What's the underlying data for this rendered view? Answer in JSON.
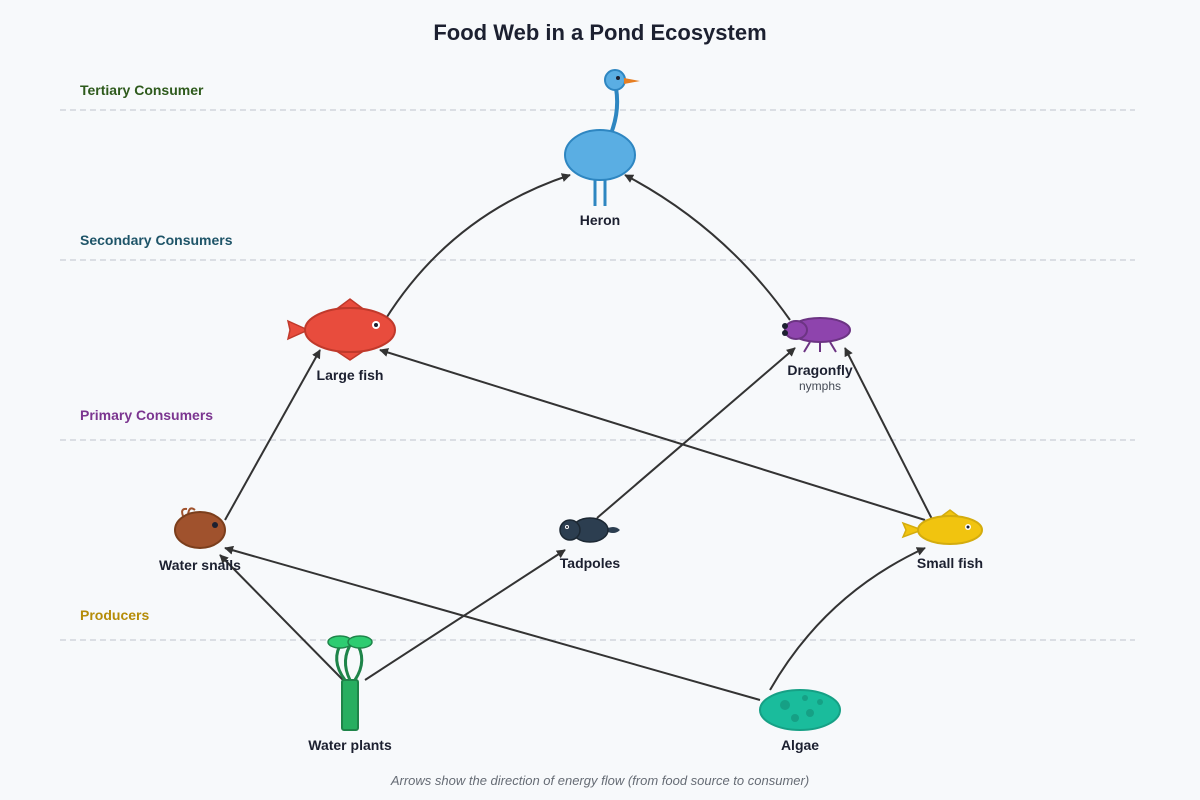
{
  "title": "Food Web in a Pond Ecosystem",
  "levels": [
    {
      "label": "Tertiary Consumer",
      "color": "#2e5a1c"
    },
    {
      "label": "Secondary Consumers",
      "color": "#1e5468"
    },
    {
      "label": "Primary Consumers",
      "color": "#7b3590"
    },
    {
      "label": "Producers",
      "color": "#b58c08"
    }
  ],
  "nodes": {
    "heron": {
      "label": "Heron",
      "icon": "heron-icon",
      "color": "#5aaee3"
    },
    "large_fish": {
      "label": "Large fish",
      "icon": "large-fish-icon",
      "color": "#e84c3d"
    },
    "dragonfly": {
      "label": "Dragonfly",
      "sublabel": "nymphs",
      "icon": "dragonfly-nymph-icon",
      "color": "#8e44ad"
    },
    "water_snails": {
      "label": "Water snails",
      "icon": "snail-icon",
      "color": "#a0522d"
    },
    "tadpoles": {
      "label": "Tadpoles",
      "icon": "tadpole-icon",
      "color": "#2c3e50"
    },
    "small_fish": {
      "label": "Small fish",
      "icon": "small-fish-icon",
      "color": "#f1c40f"
    },
    "water_plants": {
      "label": "Water plants",
      "icon": "water-plant-icon",
      "color": "#27ae60"
    },
    "algae": {
      "label": "Algae",
      "icon": "algae-icon",
      "color": "#1abc9c"
    }
  },
  "edges": [
    {
      "from": "large_fish",
      "to": "heron"
    },
    {
      "from": "dragonfly",
      "to": "heron"
    },
    {
      "from": "water_snails",
      "to": "large_fish"
    },
    {
      "from": "small_fish",
      "to": "large_fish"
    },
    {
      "from": "tadpoles",
      "to": "dragonfly"
    },
    {
      "from": "small_fish",
      "to": "dragonfly"
    },
    {
      "from": "water_plants",
      "to": "water_snails"
    },
    {
      "from": "algae",
      "to": "water_snails"
    },
    {
      "from": "water_plants",
      "to": "tadpoles"
    },
    {
      "from": "algae",
      "to": "small_fish"
    }
  ],
  "caption": "Arrows show the direction of energy flow (from food source to consumer)"
}
